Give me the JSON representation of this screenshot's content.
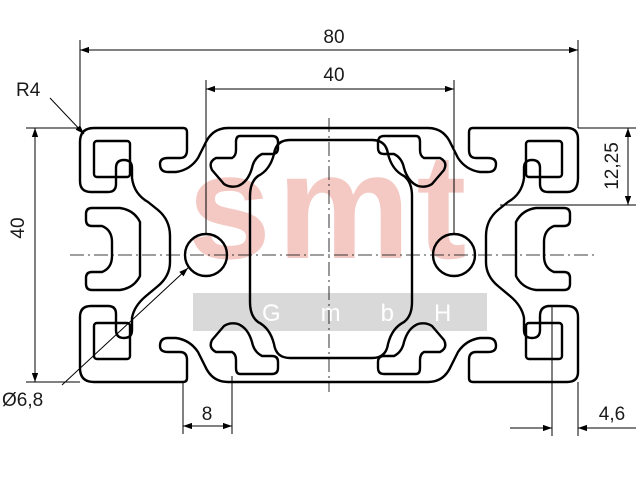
{
  "watermark": {
    "brand": "smt",
    "subtitle": "GmbH",
    "brand_color": "#f4c9c4",
    "band_color": "#d9d9d9",
    "subtitle_color": "#ffffff"
  },
  "dimensions": {
    "overall_width": "80",
    "slot_spacing": "40",
    "corner_radius": "R4",
    "height": "40",
    "slot_offset": "12,25",
    "hole_diameter": "Ø6,8",
    "slot_width": "8",
    "wall_thickness": "4,6"
  },
  "colors": {
    "profile_outline": "#000000",
    "dimension_lines": "#000000",
    "text": "#1a1a1a"
  }
}
